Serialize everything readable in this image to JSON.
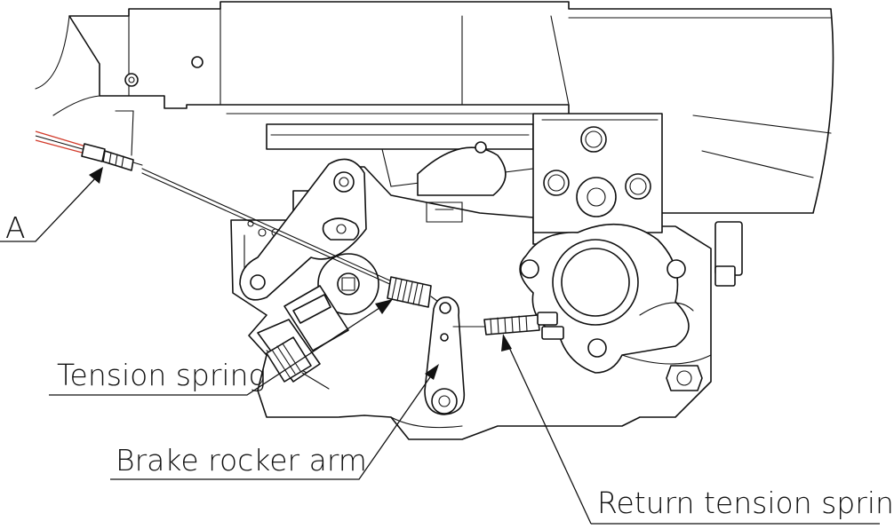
{
  "labels": {
    "callout_a": "A",
    "tension_spring": "Tension spring",
    "brake_rocker_arm": "Brake rocker arm",
    "return_tension_spring": "Return tension spring"
  },
  "colors": {
    "line": "#111111",
    "cable_red": "#d23a2a",
    "cable_yellow": "#e8c400",
    "background": "#ffffff"
  }
}
